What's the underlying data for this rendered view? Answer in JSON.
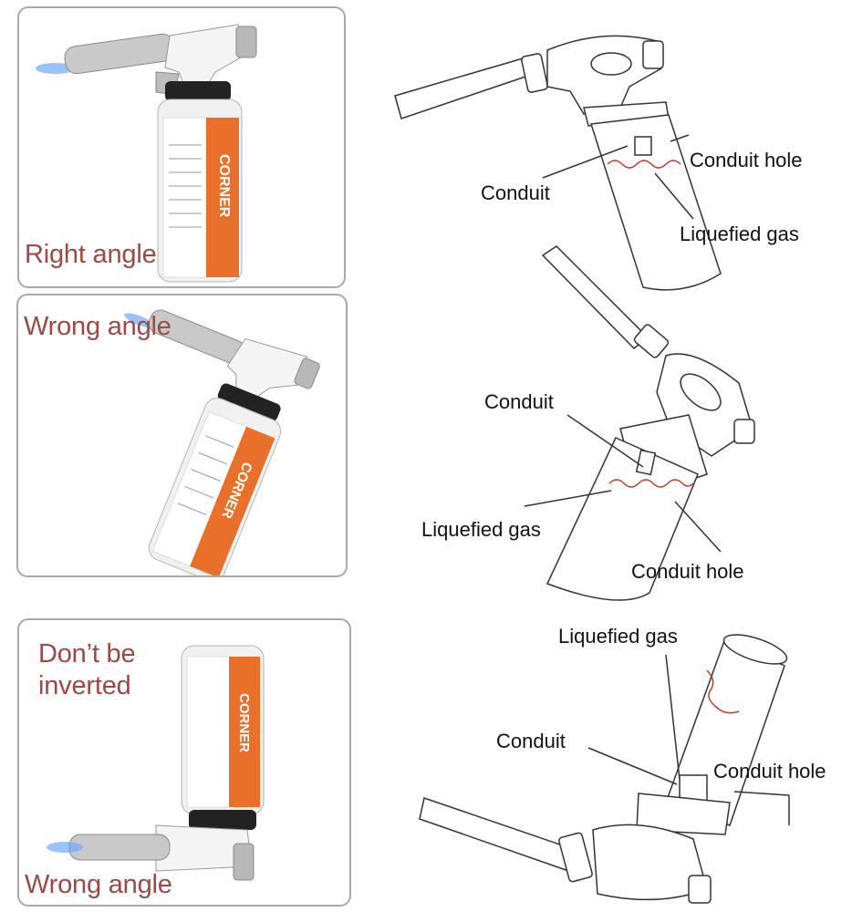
{
  "photo_panels": [
    {
      "caption": "Right angle",
      "can_brand": "CORNER"
    },
    {
      "caption": "Wrong angle",
      "can_brand": "CORNER"
    },
    {
      "caption_lines": [
        "Don’t be",
        "inverted"
      ],
      "caption_bottom": "Wrong angle",
      "can_brand": "CORNER"
    }
  ],
  "diagrams": [
    {
      "labels": {
        "conduit": "Conduit",
        "conduit_hole": "Conduit hole",
        "liquefied_gas": "Liquefied gas"
      }
    },
    {
      "labels": {
        "conduit": "Conduit",
        "liquefied_gas": "Liquefied gas",
        "conduit_hole": "Conduit hole"
      }
    },
    {
      "labels": {
        "liquefied_gas": "Liquefied gas",
        "conduit": "Conduit",
        "conduit_hole": "Conduit hole"
      }
    }
  ],
  "colors": {
    "caption": "#9a4a48",
    "gas_line": "#c0392b",
    "can_orange": "#e8702a",
    "flame": "#3b82f6",
    "panel_border": "#a9a9a9"
  }
}
